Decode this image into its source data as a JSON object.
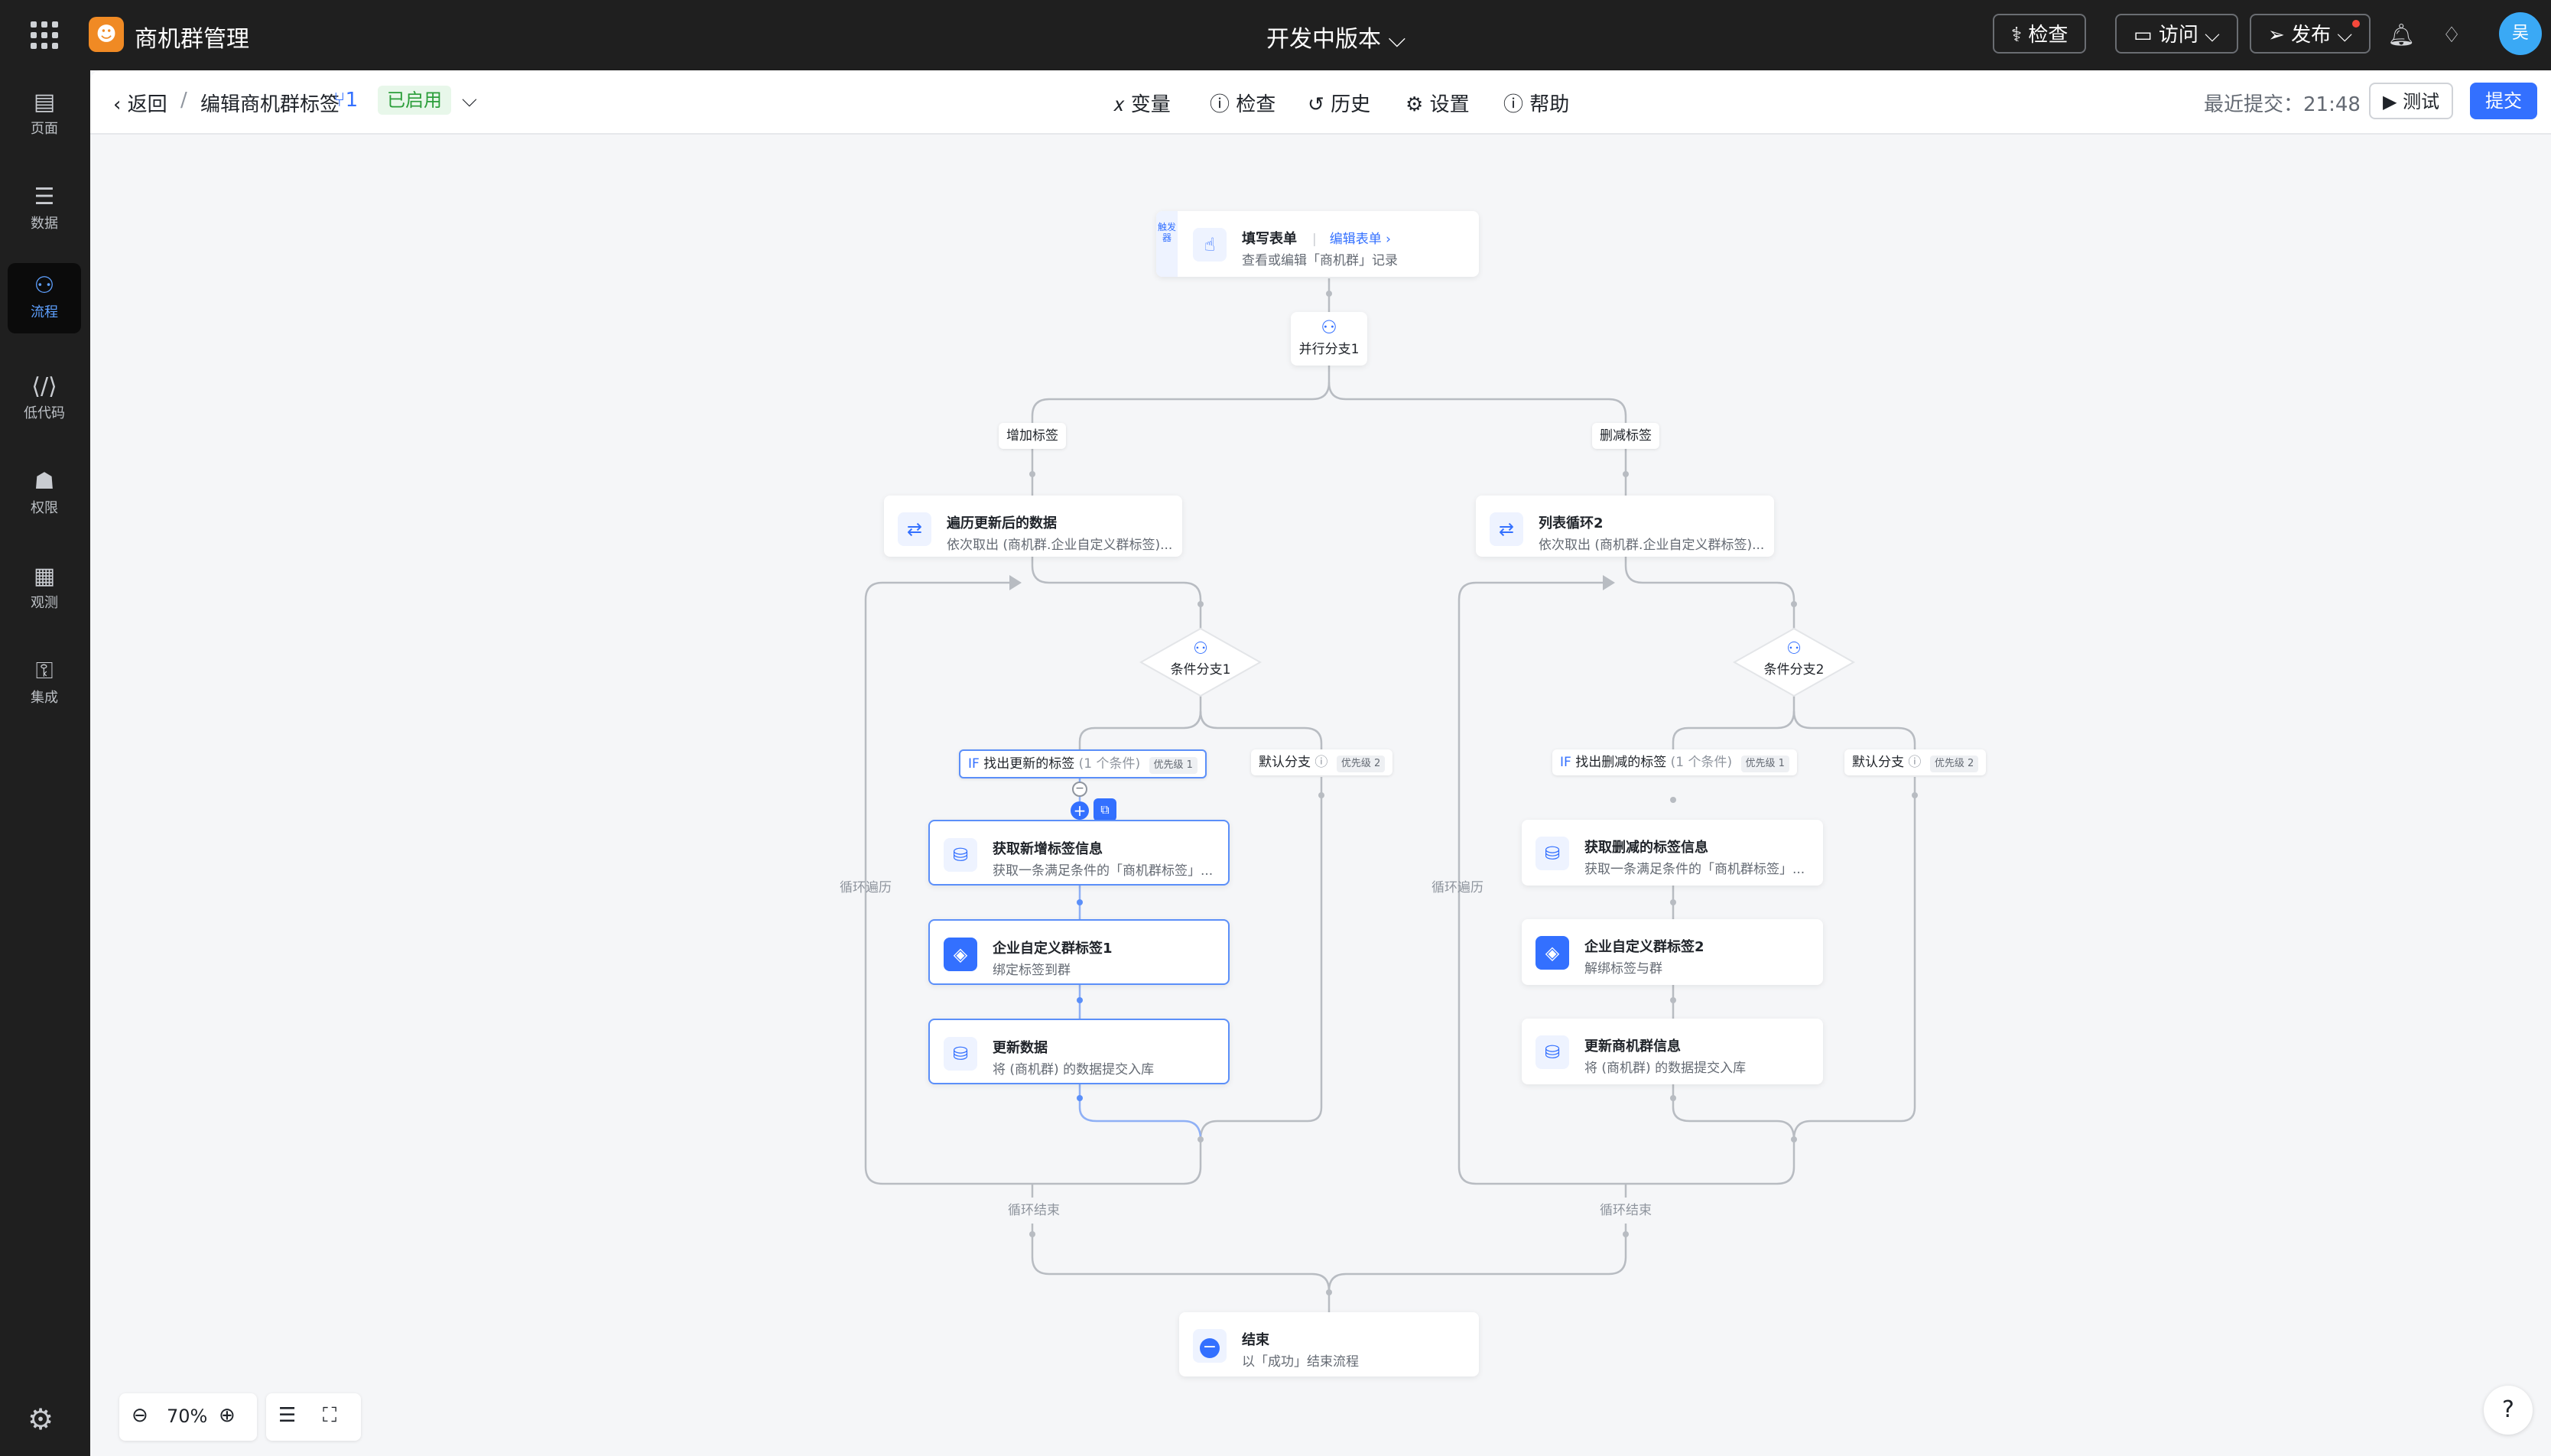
{
  "topbar": {
    "app_name": "商机群管理",
    "version_label": "开发中版本 ⌵",
    "check_button": "检查",
    "visit_button": "访问 ⌵",
    "publish_button": "发布 ⌵",
    "avatar_initial": "吴"
  },
  "sidebar": {
    "items": [
      {
        "label": "页面",
        "icon": "page-icon"
      },
      {
        "label": "数据",
        "icon": "database-icon"
      },
      {
        "label": "流程",
        "icon": "flow-icon"
      },
      {
        "label": "低代码",
        "icon": "code-icon"
      },
      {
        "label": "权限",
        "icon": "users-icon"
      },
      {
        "label": "观测",
        "icon": "monitor-icon"
      },
      {
        "label": "集成",
        "icon": "key-icon"
      }
    ],
    "active": "流程"
  },
  "subbar": {
    "back": "返回",
    "separator": "/",
    "flow_name": "编辑商机群标签",
    "version_num": "1",
    "status": "已启用",
    "menu": [
      "变量",
      "检查",
      "历史",
      "设置",
      "帮助"
    ],
    "last_submit": "最近提交：21:48",
    "test_button": "测试",
    "submit_button": "提交"
  },
  "flow": {
    "trigger_label": "触发器",
    "trigger": {
      "title": "填写表单",
      "link": "编辑表单",
      "desc": "查看或编辑「商机群」记录"
    },
    "parallel": "并行分支1",
    "left_branch": "增加标签",
    "right_branch": "删减标签",
    "left_loop": {
      "title": "遍历更新后的数据",
      "desc": "依次取出 (商机群.企业自定义群标签)..."
    },
    "right_loop": {
      "title": "列表循环2",
      "desc": "依次取出 (商机群.企业自定义群标签)..."
    },
    "cond1": "条件分支1",
    "cond2": "条件分支2",
    "if_prefix": "IF",
    "if1": "找出更新的标签",
    "if2": "找出删减的标签",
    "cond_count": "(1 个条件)",
    "priority1": "优先级 1",
    "priority2": "优先级 2",
    "default_branch": "默认分支",
    "l_get": {
      "title": "获取新增标签信息",
      "desc": "获取一条满足条件的「商机群标签」..."
    },
    "l_tag": {
      "title": "企业自定义群标签1",
      "desc": "绑定标签到群"
    },
    "l_update": {
      "title": "更新数据",
      "desc": "将 (商机群) 的数据提交入库"
    },
    "r_get": {
      "title": "获取删减的标签信息",
      "desc": "获取一条满足条件的「商机群标签」..."
    },
    "r_tag": {
      "title": "企业自定义群标签2",
      "desc": "解绑标签与群"
    },
    "r_update": {
      "title": "更新商机群信息",
      "desc": "将 (商机群) 的数据提交入库"
    },
    "loop_traverse": "循环遍历",
    "loop_end": "循环结束",
    "end": {
      "title": "结束",
      "desc": "以「成功」结束流程"
    }
  },
  "zoom": {
    "level": "70%"
  }
}
